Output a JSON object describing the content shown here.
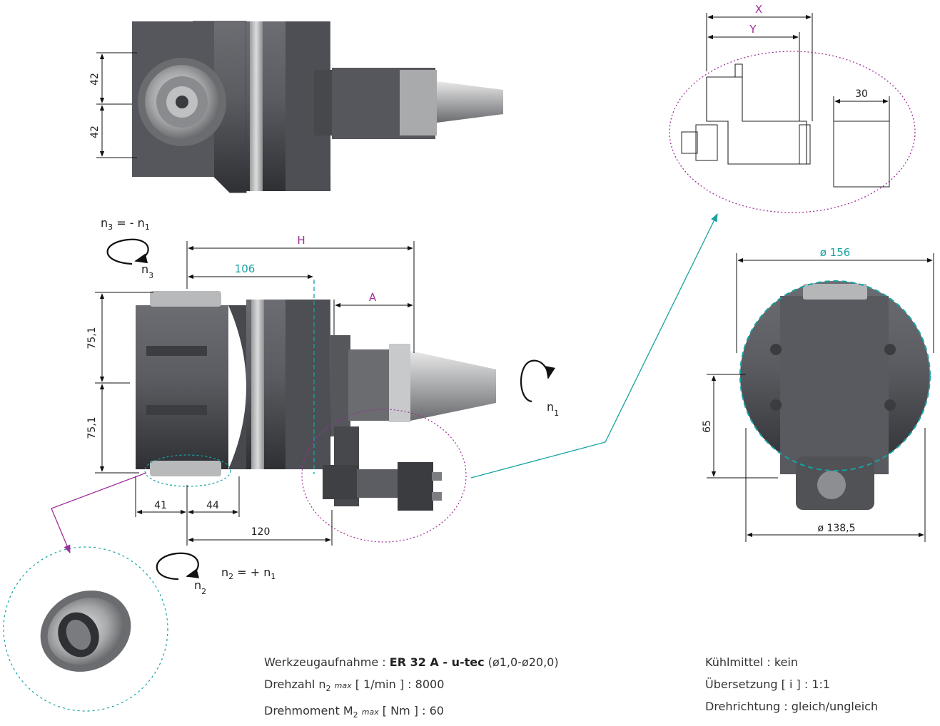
{
  "dims": {
    "top_42_a": "42",
    "top_42_b": "42",
    "x": "X",
    "y": "Y",
    "w30": "30",
    "h": "H",
    "d106": "106",
    "a": "A",
    "h751_a": "75,1",
    "h751_b": "75,1",
    "d41": "41",
    "d44": "44",
    "d120": "120",
    "dia156": "ø 156",
    "dia1385": "ø 138,5",
    "d65": "65"
  },
  "rotation": {
    "n3_eq": "n",
    "n3_eq_sub": "3",
    "n3_eq_rest": " =  -  n",
    "n3_eq_sub2": "1",
    "n3_label": "n",
    "n3_label_sub": "3",
    "n2_eq": "n",
    "n2_eq_sub": "2",
    "n2_eq_rest": " =  + n",
    "n2_eq_sub2": "1",
    "n2_label": "n",
    "n2_label_sub": "2",
    "n1_label": "n",
    "n1_label_sub": "1"
  },
  "specs_left": {
    "l1_prefix": "Werkzeugaufnahme : ",
    "l1_bold": "ER 32 A - u-tec",
    "l1_suffix": " (ø1,0-ø20,0)",
    "l2_prefix": "Drehzahl n",
    "l2_sub": "2",
    "l2_max": "max",
    "l2_suffix": " [ 1/min ] : 8000",
    "l3_prefix": "Drehmoment M",
    "l3_sub": "2",
    "l3_max": "max",
    "l3_suffix": " [ Nm ] : 60"
  },
  "specs_right": {
    "r1": "Kühlmittel : kein",
    "r2": "Übersetzung [ i ] : 1:1",
    "r3": "Drehrichtung : gleich/ungleich"
  },
  "colors": {
    "accent_purple": "#a0309a",
    "accent_teal": "#17a2a2",
    "body_gray": "#5b5d62"
  }
}
